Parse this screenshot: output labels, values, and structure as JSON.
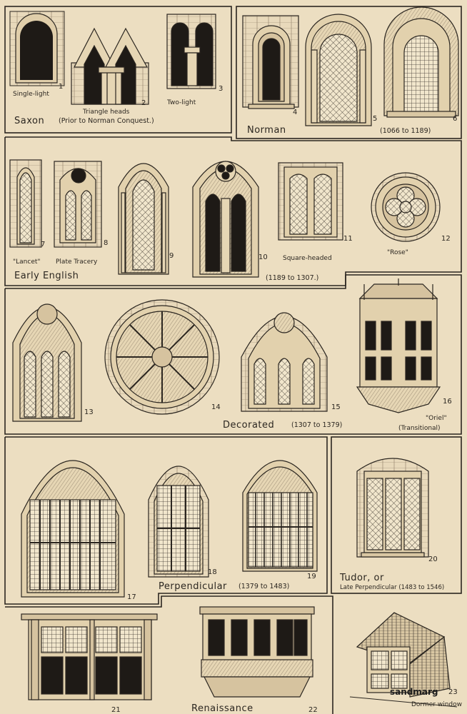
{
  "captions": {
    "c1": "Single-light",
    "c2": "Triangle heads",
    "c3": "Two-light",
    "c7": "\"Lancet\"",
    "c8": "Plate Tracery",
    "c11": "Square-headed",
    "c12": "\"Rose\"",
    "c16a": "\"Oriel\"",
    "c16b": "(Transitional)",
    "c24": "Dormer window"
  },
  "numbers": [
    "1",
    "2",
    "3",
    "4",
    "5",
    "6",
    "7",
    "8",
    "9",
    "10",
    "11",
    "12",
    "13",
    "14",
    "15",
    "16",
    "17",
    "18",
    "19",
    "20",
    "21",
    "22",
    "23"
  ],
  "styles": {
    "saxon": "Saxon",
    "saxon_note": "(Prior to Norman Conquest.)",
    "norman": "Norman",
    "norman_date": "(1066 to 1189)",
    "early_english": "Early English",
    "early_english_date": "(1189 to 1307.)",
    "decorated": "Decorated",
    "decorated_date": "(1307 to 1379)",
    "perpendicular": "Perpendicular",
    "perpendicular_date": "(1379 to 1483)",
    "tudor": "Tudor, or",
    "tudor_sub": "Late Perpendicular (1483 to 1546)",
    "renaissance": "Renaissance"
  },
  "watermark": "sandmarg",
  "colors": {
    "paper": "#ecdec1",
    "ink": "#2b2620",
    "dark": "#1e1a16"
  }
}
